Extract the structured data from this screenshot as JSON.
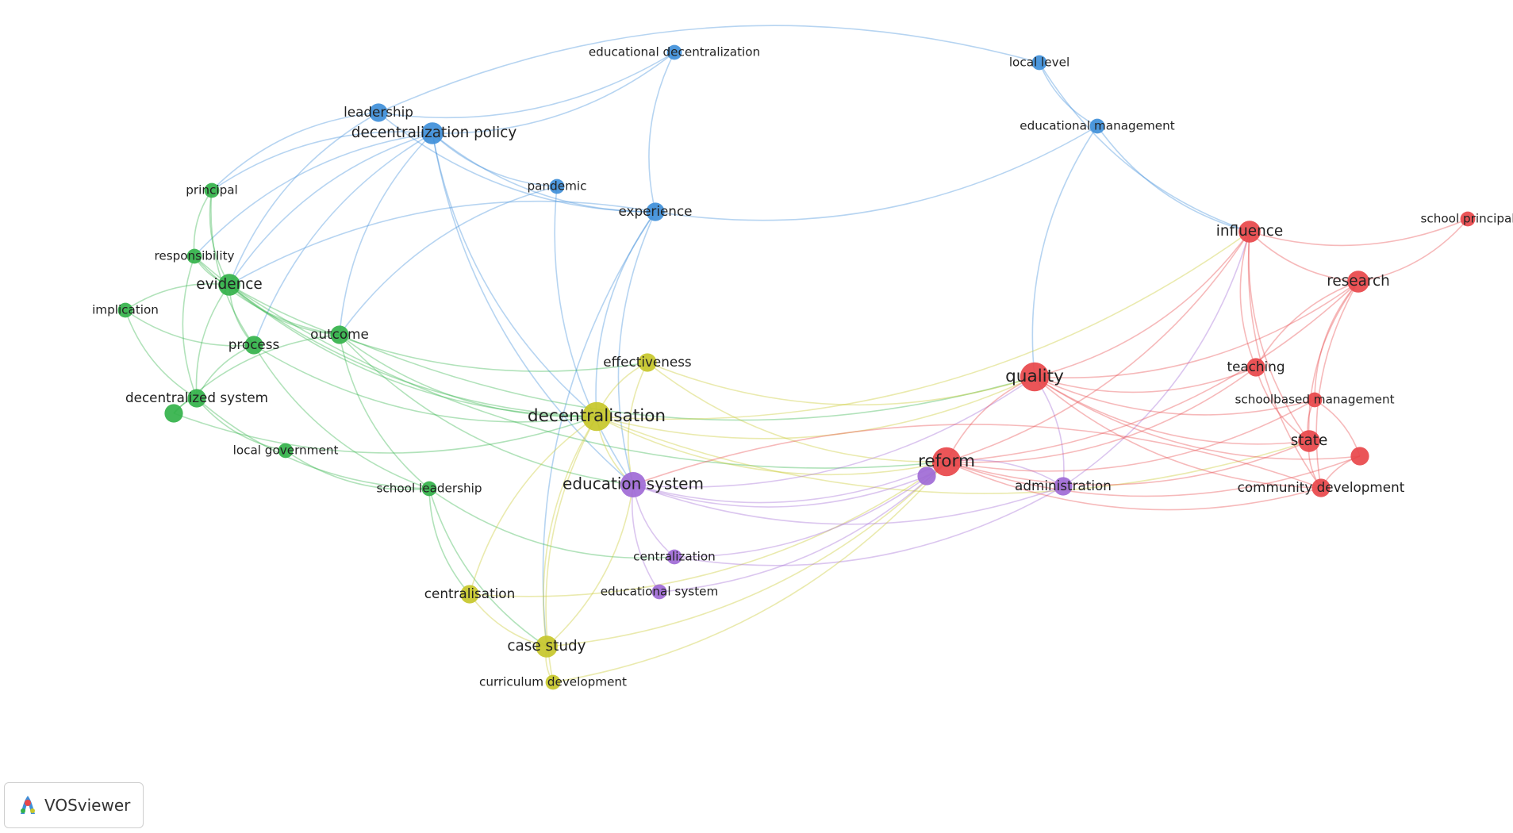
{
  "app": {
    "logo_text": "VOSviewer",
    "logo_icon": "vosviewer-logo-icon"
  },
  "colors": {
    "cluster_red": "#e8474a",
    "cluster_green": "#33b24a",
    "cluster_blue": "#3f8fd9",
    "cluster_yellow": "#c7c72a",
    "cluster_purple": "#a06ad6",
    "label": "#222222"
  },
  "nodes": [
    {
      "id": "educational_decentralization",
      "label": "educational decentralization",
      "cluster": "blue",
      "weight": 2
    },
    {
      "id": "local_level",
      "label": "local level",
      "cluster": "blue",
      "weight": 2
    },
    {
      "id": "leadership",
      "label": "leadership",
      "cluster": "blue",
      "weight": 3
    },
    {
      "id": "decentralization_policy",
      "label": "decentralization policy",
      "cluster": "blue",
      "weight": 4
    },
    {
      "id": "educational_management",
      "label": "educational management",
      "cluster": "blue",
      "weight": 2
    },
    {
      "id": "pandemic",
      "label": "pandemic",
      "cluster": "blue",
      "weight": 2
    },
    {
      "id": "experience",
      "label": "experience",
      "cluster": "blue",
      "weight": 3
    },
    {
      "id": "principal",
      "label": "principal",
      "cluster": "green",
      "weight": 2
    },
    {
      "id": "responsibility",
      "label": "responsibility",
      "cluster": "green",
      "weight": 2
    },
    {
      "id": "evidence",
      "label": "evidence",
      "cluster": "green",
      "weight": 4
    },
    {
      "id": "implication",
      "label": "implication",
      "cluster": "green",
      "weight": 2
    },
    {
      "id": "process",
      "label": "process",
      "cluster": "green",
      "weight": 3
    },
    {
      "id": "outcome",
      "label": "outcome",
      "cluster": "green",
      "weight": 3
    },
    {
      "id": "decentralized_system",
      "label": "decentralized system",
      "cluster": "green",
      "weight": 3
    },
    {
      "id": "green_unlabeled",
      "label": "",
      "cluster": "green",
      "weight": 3
    },
    {
      "id": "local_government",
      "label": "local government",
      "cluster": "green",
      "weight": 2
    },
    {
      "id": "school_leadership",
      "label": "school leadership",
      "cluster": "green",
      "weight": 2
    },
    {
      "id": "effectiveness",
      "label": "effectiveness",
      "cluster": "yellow",
      "weight": 3
    },
    {
      "id": "decentralisation",
      "label": "decentralisation",
      "cluster": "yellow",
      "weight": 6
    },
    {
      "id": "centralisation",
      "label": "centralisation",
      "cluster": "yellow",
      "weight": 3
    },
    {
      "id": "case_study",
      "label": "case study",
      "cluster": "yellow",
      "weight": 4
    },
    {
      "id": "curriculum_development",
      "label": "curriculum development",
      "cluster": "yellow",
      "weight": 2
    },
    {
      "id": "education_system",
      "label": "education system",
      "cluster": "purple",
      "weight": 5
    },
    {
      "id": "centralization",
      "label": "centralization",
      "cluster": "purple",
      "weight": 2
    },
    {
      "id": "educational_system",
      "label": "educational system",
      "cluster": "purple",
      "weight": 2
    },
    {
      "id": "administration",
      "label": "administration",
      "cluster": "purple",
      "weight": 3
    },
    {
      "id": "purple_unlabeled",
      "label": "",
      "cluster": "purple",
      "weight": 3
    },
    {
      "id": "quality",
      "label": "quality",
      "cluster": "red",
      "weight": 6
    },
    {
      "id": "reform",
      "label": "reform",
      "cluster": "red",
      "weight": 6
    },
    {
      "id": "influence",
      "label": "influence",
      "cluster": "red",
      "weight": 4
    },
    {
      "id": "school_principal",
      "label": "school principal",
      "cluster": "red",
      "weight": 2
    },
    {
      "id": "research",
      "label": "research",
      "cluster": "red",
      "weight": 4
    },
    {
      "id": "teaching",
      "label": "teaching",
      "cluster": "red",
      "weight": 3
    },
    {
      "id": "schoolbased_management",
      "label": "schoolbased management",
      "cluster": "red",
      "weight": 2
    },
    {
      "id": "state",
      "label": "state",
      "cluster": "red",
      "weight": 4
    },
    {
      "id": "red_unlabeled",
      "label": "",
      "cluster": "red",
      "weight": 3
    },
    {
      "id": "community_development",
      "label": "community development",
      "cluster": "red",
      "weight": 3
    }
  ],
  "links": [
    [
      "leadership",
      "educational_decentralization"
    ],
    [
      "decentralization_policy",
      "educational_decentralization"
    ],
    [
      "decentralization_policy",
      "pandemic"
    ],
    [
      "decentralization_policy",
      "experience"
    ],
    [
      "decentralization_policy",
      "decentralisation"
    ],
    [
      "decentralization_policy",
      "education_system"
    ],
    [
      "decentralization_policy",
      "principal"
    ],
    [
      "decentralization_policy",
      "responsibility"
    ],
    [
      "decentralization_policy",
      "evidence"
    ],
    [
      "decentralization_policy",
      "outcome"
    ],
    [
      "decentralization_policy",
      "process"
    ],
    [
      "leadership",
      "principal"
    ],
    [
      "leadership",
      "evidence"
    ],
    [
      "leadership",
      "experience"
    ],
    [
      "educational_decentralization",
      "experience"
    ],
    [
      "local_level",
      "educational_management"
    ],
    [
      "local_level",
      "influence"
    ],
    [
      "local_level",
      "leadership"
    ],
    [
      "educational_management",
      "quality"
    ],
    [
      "educational_management",
      "influence"
    ],
    [
      "experience",
      "educational_management"
    ],
    [
      "experience",
      "decentralisation"
    ],
    [
      "experience",
      "education_system"
    ],
    [
      "experience",
      "case_study"
    ],
    [
      "experience",
      "evidence"
    ],
    [
      "pandemic",
      "education_system"
    ],
    [
      "pandemic",
      "outcome"
    ],
    [
      "principal",
      "responsibility"
    ],
    [
      "principal",
      "evidence"
    ],
    [
      "principal",
      "process"
    ],
    [
      "responsibility",
      "evidence"
    ],
    [
      "responsibility",
      "decentralized_system"
    ],
    [
      "responsibility",
      "outcome"
    ],
    [
      "responsibility",
      "decentralisation"
    ],
    [
      "evidence",
      "implication"
    ],
    [
      "evidence",
      "process"
    ],
    [
      "evidence",
      "outcome"
    ],
    [
      "evidence",
      "decentralisation"
    ],
    [
      "evidence",
      "decentralized_system"
    ],
    [
      "evidence",
      "effectiveness"
    ],
    [
      "evidence",
      "reform"
    ],
    [
      "implication",
      "process"
    ],
    [
      "implication",
      "decentralized_system"
    ],
    [
      "process",
      "decentralized_system"
    ],
    [
      "process",
      "decentralisation"
    ],
    [
      "process",
      "school_leadership"
    ],
    [
      "outcome",
      "decentralisation"
    ],
    [
      "outcome",
      "education_system"
    ],
    [
      "outcome",
      "green_unlabeled"
    ],
    [
      "outcome",
      "school_leadership"
    ],
    [
      "outcome",
      "quality"
    ],
    [
      "decentralized_system",
      "local_government"
    ],
    [
      "decentralized_system",
      "green_unlabeled"
    ],
    [
      "decentralized_system",
      "school_leadership"
    ],
    [
      "green_unlabeled",
      "decentralisation"
    ],
    [
      "local_government",
      "school_leadership"
    ],
    [
      "school_leadership",
      "centralisation"
    ],
    [
      "school_leadership",
      "centralization"
    ],
    [
      "school_leadership",
      "case_study"
    ],
    [
      "effectiveness",
      "decentralisation"
    ],
    [
      "effectiveness",
      "education_system"
    ],
    [
      "effectiveness",
      "quality"
    ],
    [
      "effectiveness",
      "reform"
    ],
    [
      "decentralisation",
      "education_system"
    ],
    [
      "decentralisation",
      "case_study"
    ],
    [
      "decentralisation",
      "centralisation"
    ],
    [
      "decentralisation",
      "quality"
    ],
    [
      "decentralisation",
      "reform"
    ],
    [
      "decentralisation",
      "state"
    ],
    [
      "decentralisation",
      "influence"
    ],
    [
      "decentralisation",
      "curriculum_development"
    ],
    [
      "centralisation",
      "case_study"
    ],
    [
      "centralisation",
      "reform"
    ],
    [
      "case_study",
      "curriculum_development"
    ],
    [
      "case_study",
      "education_system"
    ],
    [
      "case_study",
      "reform"
    ],
    [
      "education_system",
      "centralization"
    ],
    [
      "education_system",
      "educational_system"
    ],
    [
      "education_system",
      "reform"
    ],
    [
      "education_system",
      "purple_unlabeled"
    ],
    [
      "education_system",
      "administration"
    ],
    [
      "education_system",
      "quality"
    ],
    [
      "centralization",
      "reform"
    ],
    [
      "centralization",
      "administration"
    ],
    [
      "educational_system",
      "reform"
    ],
    [
      "purple_unlabeled",
      "reform"
    ],
    [
      "administration",
      "quality"
    ],
    [
      "administration",
      "reform"
    ],
    [
      "administration",
      "influence"
    ],
    [
      "quality",
      "reform"
    ],
    [
      "quality",
      "influence"
    ],
    [
      "quality",
      "research"
    ],
    [
      "quality",
      "teaching"
    ],
    [
      "quality",
      "schoolbased_management"
    ],
    [
      "quality",
      "state"
    ],
    [
      "quality",
      "red_unlabeled"
    ],
    [
      "quality",
      "community_development"
    ],
    [
      "reform",
      "influence"
    ],
    [
      "reform",
      "research"
    ],
    [
      "reform",
      "teaching"
    ],
    [
      "reform",
      "state"
    ],
    [
      "reform",
      "red_unlabeled"
    ],
    [
      "reform",
      "community_development"
    ],
    [
      "reform",
      "schoolbased_management"
    ],
    [
      "influence",
      "research"
    ],
    [
      "influence",
      "teaching"
    ],
    [
      "influence",
      "school_principal"
    ],
    [
      "influence",
      "state"
    ],
    [
      "influence",
      "community_development"
    ],
    [
      "research",
      "school_principal"
    ],
    [
      "research",
      "teaching"
    ],
    [
      "research",
      "state"
    ],
    [
      "research",
      "schoolbased_management"
    ],
    [
      "research",
      "community_development"
    ],
    [
      "teaching",
      "state"
    ],
    [
      "schoolbased_management",
      "state"
    ],
    [
      "state",
      "community_development"
    ],
    [
      "red_unlabeled",
      "community_development"
    ],
    [
      "red_unlabeled",
      "schoolbased_management"
    ],
    [
      "community_development",
      "education_system"
    ],
    [
      "curriculum_development",
      "reform"
    ]
  ]
}
